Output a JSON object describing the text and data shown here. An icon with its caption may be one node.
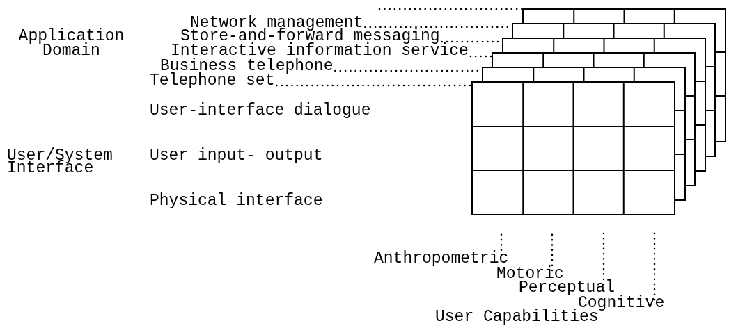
{
  "diagram": {
    "nodes": [
      {
        "text": [
          "Network management"
        ]
      },
      {
        "text": [
          "Store-and-forward messaging"
        ]
      },
      {
        "text": [
          "Interactive information service"
        ]
      },
      {
        "text": [
          "Business telephone"
        ]
      },
      {
        "text": [
          "Telephone set"
        ]
      },
      {
        "text": [],
        "shape": "box"
      },
      {
        "text": [],
        "shape": "box"
      },
      {
        "text": [],
        "shape": "box"
      },
      {
        "text": [],
        "shape": "box"
      },
      {
        "text": [],
        "shape": "box"
      },
      {
        "text": [],
        "shape": "box"
      },
      {
        "text": [
          "Anthropometric"
        ]
      },
      {
        "text": [
          "Motoric"
        ]
      },
      {
        "text": [
          "Perceptual"
        ]
      },
      {
        "text": [
          "Cognitive"
        ]
      },
      {
        "text": [],
        "shape": "bar"
      },
      {
        "text": [],
        "shape": "bar"
      },
      {
        "text": [],
        "shape": "bar"
      },
      {
        "text": [],
        "shape": "bar"
      },
      {
        "text": [],
        "shape": "bar"
      }
    ],
    "edges": [
      {
        "from": null,
        "to": 5,
        "arrow": "none",
        "style": "dashed"
      },
      {
        "from": 0,
        "to": 6,
        "arrow": "none",
        "style": "dashed"
      },
      {
        "from": 1,
        "to": 7,
        "arrow": "none",
        "style": "dashed"
      },
      {
        "from": 2,
        "to": 8,
        "arrow": "none",
        "style": "dashed"
      },
      {
        "from": 3,
        "to": 9,
        "arrow": "none",
        "style": "dashed"
      },
      {
        "from": 4,
        "to": 10,
        "arrow": "none",
        "style": "dashed"
      },
      {
        "from": 11,
        "to": null,
        "arrow": "none",
        "style": "dashed"
      },
      {
        "from": 12,
        "to": null,
        "arrow": "none",
        "style": "dashed"
      },
      {
        "from": 13,
        "to": null,
        "arrow": "none",
        "style": "dashed"
      },
      {
        "from": 14,
        "to": null,
        "arrow": "none",
        "style": "dashed"
      }
    ],
    "labels": [
      "Application Domain",
      "User-interface dialogue",
      "User/System Interface",
      "User input- output",
      "Physical interface",
      "User Capabilities"
    ]
  }
}
